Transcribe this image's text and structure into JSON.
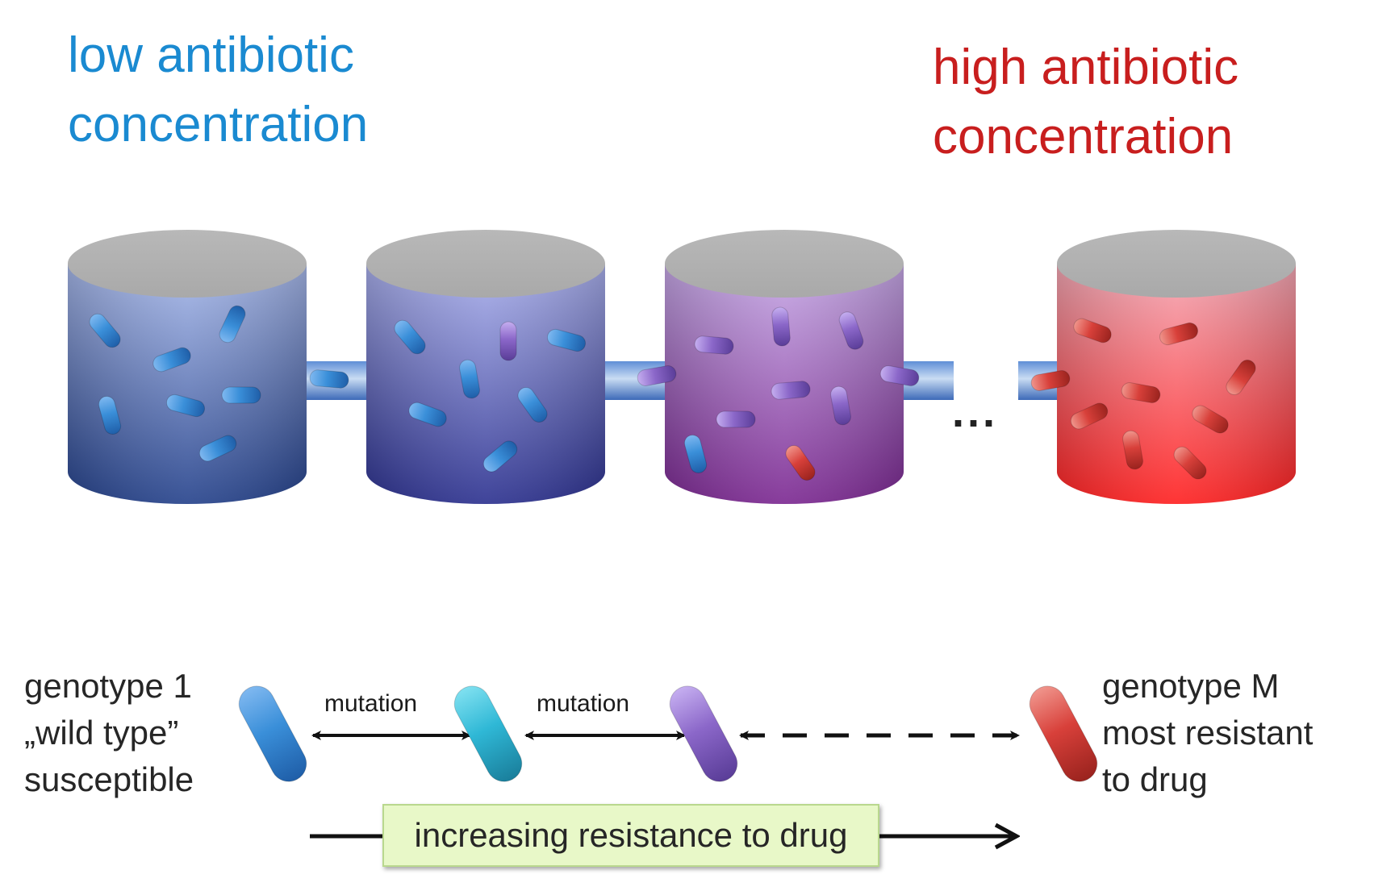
{
  "titles": {
    "low_line1": "low antibiotic",
    "low_line2": "concentration",
    "high_line1": "high antibiotic",
    "high_line2": "concentration"
  },
  "ellipsis": "...",
  "genotype_left": {
    "line1": "genotype 1",
    "line2": "„wild type”",
    "line3": "susceptible"
  },
  "genotype_right": {
    "line1": "genotype M",
    "line2": "most resistant",
    "line3": "to drug"
  },
  "mutation_labels": [
    "mutation",
    "mutation"
  ],
  "resistance_label": "increasing resistance to drug",
  "colors": {
    "low_text": "#1a8ad1",
    "high_text": "#c81e1e",
    "bacteria_blue": "#3a8fd9",
    "bacteria_cyan": "#2fb8d6",
    "bacteria_purple": "#8b67c9",
    "bacteria_red": "#d8403a",
    "resistance_box": "#e8f8c8"
  },
  "icons": [
    "bioreactor-icon",
    "bacterium-icon",
    "double-arrow-icon",
    "arrow-right-icon"
  ]
}
